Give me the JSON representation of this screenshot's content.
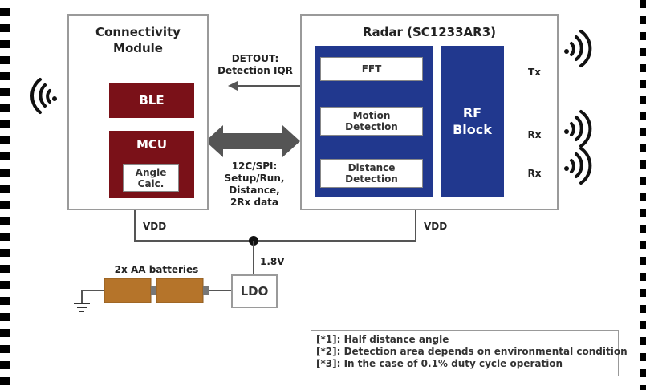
{
  "connectivity": {
    "title": "Connectivity\nModule",
    "ble": "BLE",
    "mcu": "MCU",
    "angle": "Angle\nCalc."
  },
  "radar": {
    "title": "Radar (SC1233AR3)",
    "fft": "FFT",
    "motion": "Motion\nDetection",
    "distance": "Distance\nDetection",
    "rf": "RF\nBlock",
    "tx": "Tx",
    "rx1": "Rx",
    "rx2": "Rx"
  },
  "links": {
    "detout": "DETOUT:\nDetection IQR",
    "bus": "12C/SPI:\nSetup/Run,\nDistance,\n2Rx data"
  },
  "power": {
    "vdd_left": "VDD",
    "vdd_right": "VDD",
    "v18": "1.8V",
    "batteries": "2x AA batteries",
    "ldo": "LDO"
  },
  "notes": [
    "[*1]: Half distance angle",
    "[*2]: Detection area depends on environmental condition",
    "[*3]: In the case of 0.1% duty cycle operation"
  ],
  "colors": {
    "ble_mcu": "#7a1118",
    "radar_blocks": "#21388e",
    "battery": "#b5742a",
    "line": "#555555"
  }
}
